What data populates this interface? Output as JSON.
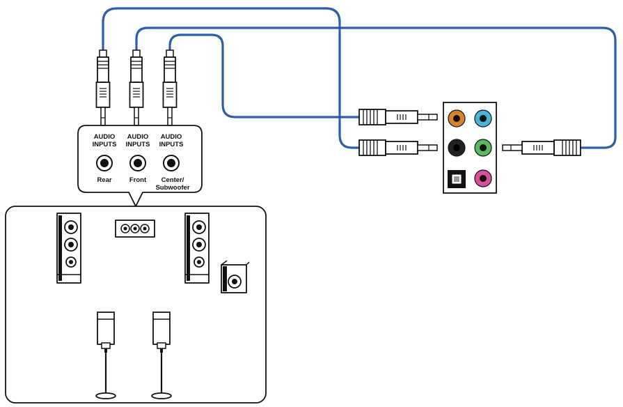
{
  "receiver": {
    "inputs": [
      {
        "heading_1": "AUDIO",
        "heading_2": "INPUTS",
        "name": "Rear"
      },
      {
        "heading_1": "AUDIO",
        "heading_2": "INPUTS",
        "name": "Front"
      },
      {
        "heading_1": "AUDIO",
        "heading_2": "INPUTS",
        "name_1": "Center/",
        "name_2": "Subwoofer"
      }
    ]
  },
  "panel": {
    "jack_colors": {
      "orange": "#d9822b",
      "blue": "#4ab4d8",
      "black": "#222222",
      "green": "#5cb85c",
      "pink": "#d94fa0"
    }
  },
  "colors": {
    "cable": "#2d5fa8",
    "outline": "#111111"
  }
}
